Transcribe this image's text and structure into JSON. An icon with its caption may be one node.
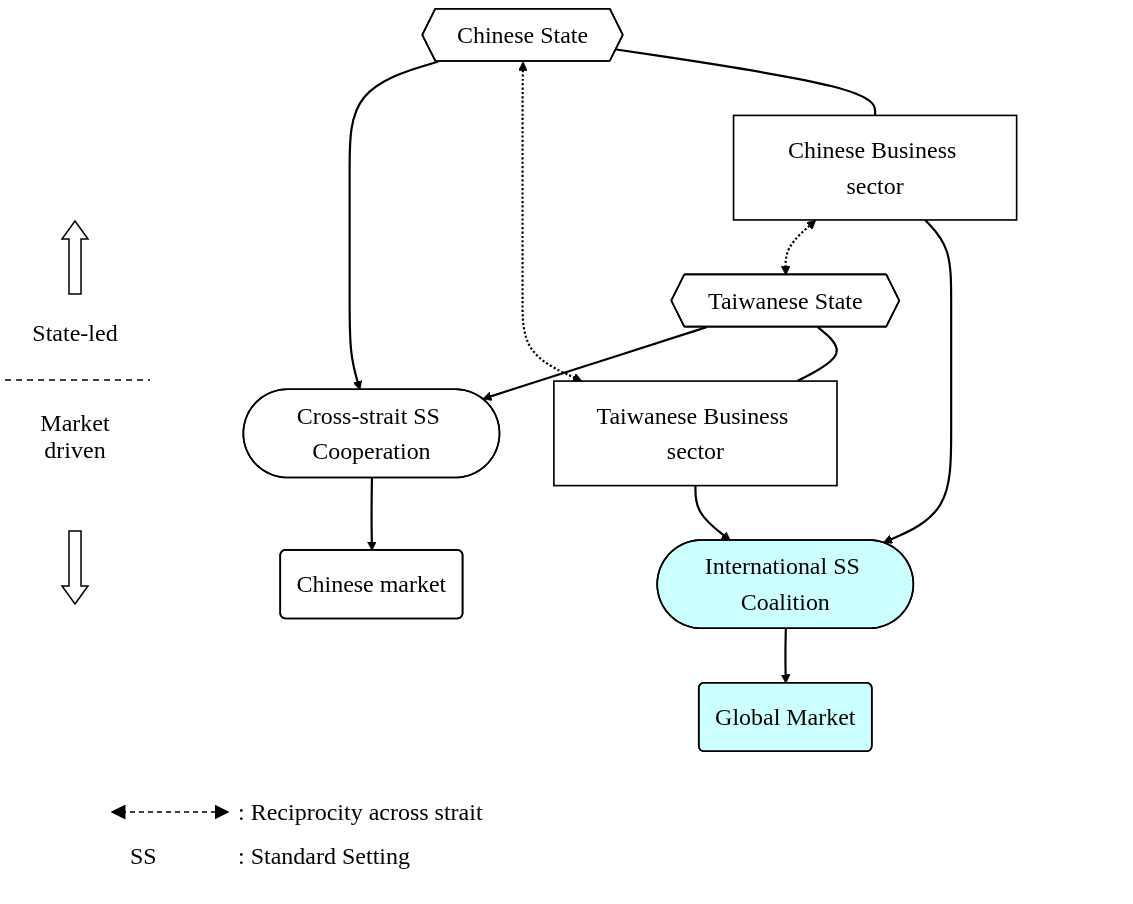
{
  "diagram": {
    "nodes": [
      {
        "text": [
          "Cross-strait SS Cooperation"
        ]
      },
      {
        "text": [
          "Chinese State"
        ]
      },
      {
        "text": [
          "Taiwanese State"
        ]
      },
      {
        "text": [
          "Chinese market"
        ]
      },
      {
        "text": [
          "Global Market"
        ]
      },
      {
        "text": [
          "Chinese Business sector"
        ]
      },
      {
        "text": [
          "Taiwanese Business sector"
        ]
      },
      {
        "text": [
          "International SS Coalition"
        ]
      }
    ],
    "edges": [
      {
        "from": 1,
        "to": 0,
        "arrow": "to"
      },
      {
        "from": 2,
        "to": 0,
        "arrow": "to"
      },
      {
        "from": 0,
        "to": 3,
        "arrow": "to"
      },
      {
        "from": 1,
        "to": 6,
        "arrow": "both",
        "style": "dashed"
      },
      {
        "from": 5,
        "to": 2,
        "arrow": "both",
        "style": "dashed"
      },
      {
        "from": 1,
        "to": 5,
        "arrow": "none"
      },
      {
        "from": 2,
        "to": 6,
        "arrow": "none"
      },
      {
        "from": 5,
        "to": 7,
        "arrow": "to"
      },
      {
        "from": 6,
        "to": 7,
        "arrow": "to"
      },
      {
        "from": 7,
        "to": 4,
        "arrow": "to"
      }
    ],
    "labels": [
      "State-led",
      "Market driven",
      "SS",
      ": Standard Setting"
    ],
    "legend": [
      {
        "text": ": Reciprocity across strait"
      }
    ]
  }
}
